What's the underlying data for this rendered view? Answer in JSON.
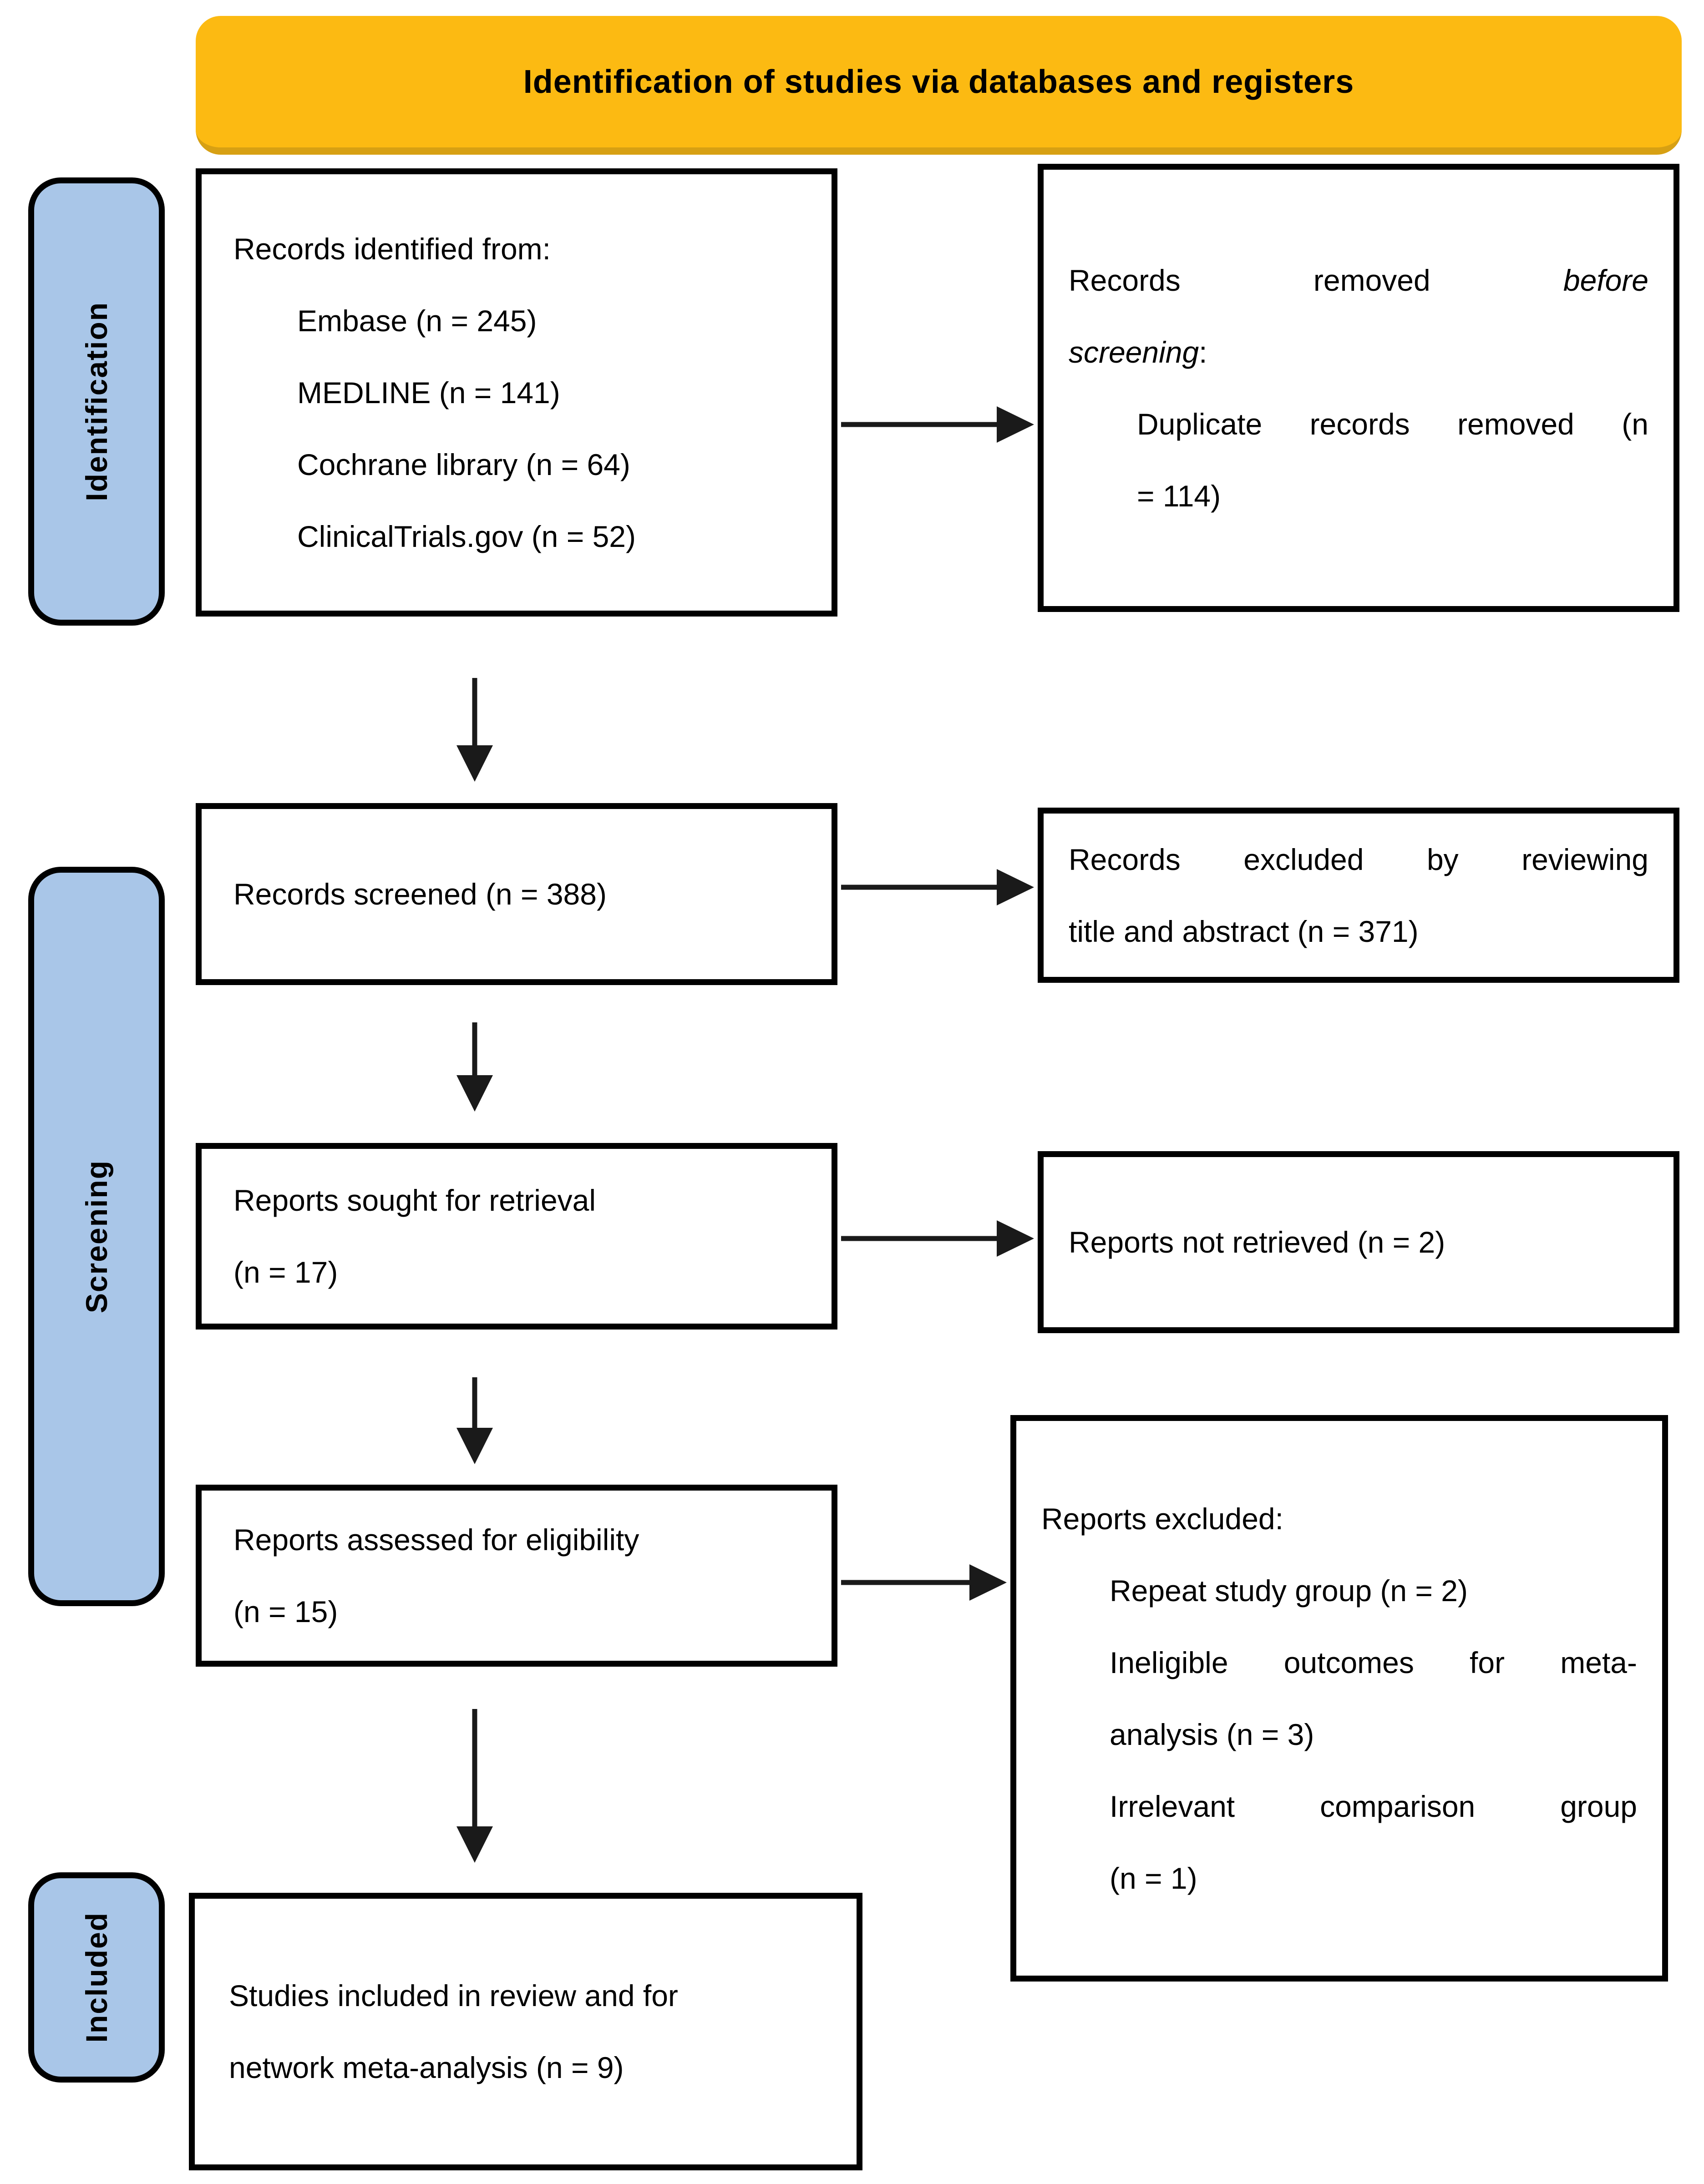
{
  "title_banner": {
    "text": "Identification of studies via databases and registers"
  },
  "side_labels": {
    "identification": "Identification",
    "screening": "Screening",
    "included": "Included"
  },
  "colors": {
    "banner_fill": "#FCBA12",
    "banner_edge": "#D7A013",
    "stage_label_fill": "#A9C6E8",
    "box_border": "#000000",
    "arrow": "#1A1A1A"
  },
  "boxes": {
    "records_identified": {
      "heading": "Records identified from:",
      "items": [
        "Embase (n = 245)",
        "MEDLINE (n = 141)",
        "Cochrane library (n = 64)",
        "ClinicalTrials.gov (n = 52)"
      ]
    },
    "records_removed": {
      "line1": {
        "w1": "Records",
        "w2": "removed",
        "w3": "before"
      },
      "line2_italic": "screening",
      "line2_tail": ":",
      "item_line1": {
        "w1": "Duplicate",
        "w2": "records",
        "w3": "removed",
        "w4": "(n"
      },
      "item_line2": "= 114)"
    },
    "records_screened": {
      "text": "Records screened (n = 388)"
    },
    "records_excluded": {
      "line1": {
        "w1": "Records",
        "w2": "excluded",
        "w3": "by",
        "w4": "reviewing"
      },
      "line2": "title and abstract (n = 371)"
    },
    "reports_sought": {
      "line1": "Reports sought for retrieval",
      "line2": "(n = 17)"
    },
    "reports_not_retrieved": {
      "text": "Reports not retrieved (n = 2)"
    },
    "reports_assessed": {
      "line1": "Reports assessed for eligibility",
      "line2": "(n = 15)"
    },
    "reports_excluded": {
      "heading": "Reports excluded:",
      "item1": "Repeat study group (n = 2)",
      "item2_line1": {
        "w1": "Ineligible",
        "w2": "outcomes",
        "w3": "for",
        "w4": "meta-"
      },
      "item2_line2": "analysis (n = 3)",
      "item3_line1": {
        "w1": "Irrelevant",
        "w2": "comparison",
        "w3": "group"
      },
      "item3_line2": "(n = 1)"
    },
    "studies_included": {
      "line1": "Studies included in review and for",
      "line2": "network meta-analysis (n = 9)"
    }
  }
}
